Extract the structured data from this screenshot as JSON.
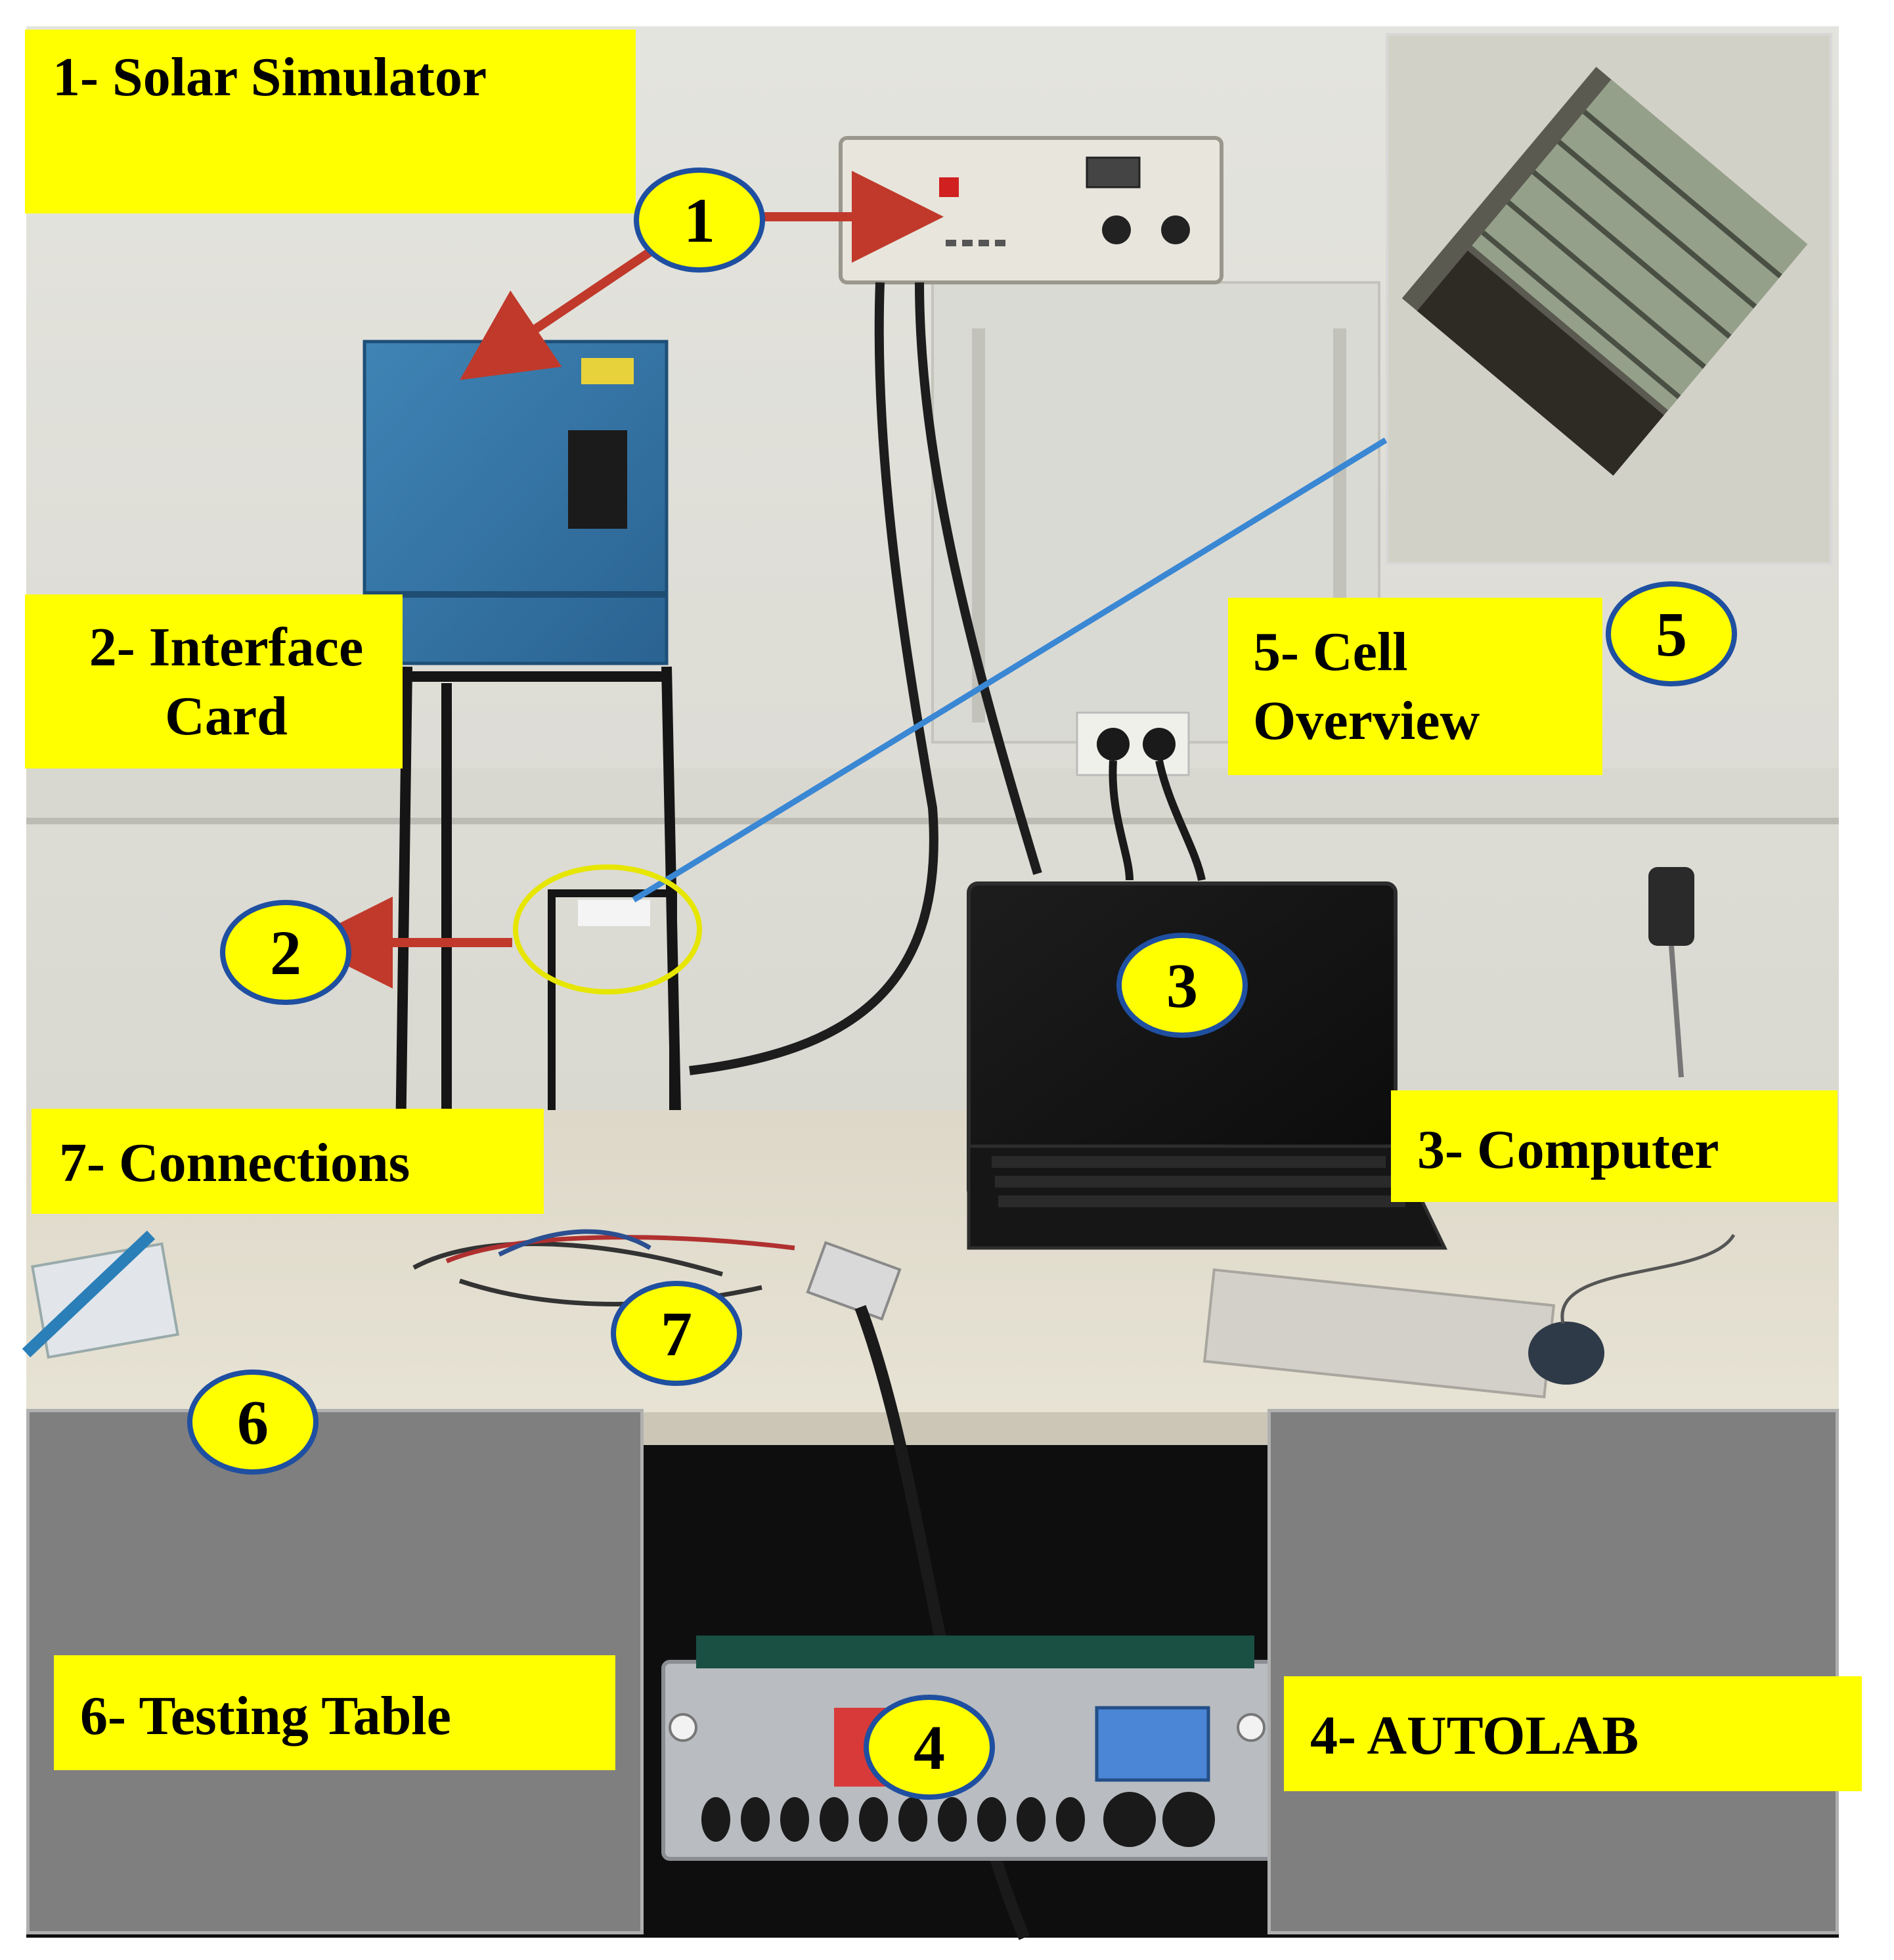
{
  "labels": {
    "solar_simulator": "1- Solar Simulator",
    "interface_card": "2- Interface\nCard",
    "cell_overview": "5- Cell\nOverview",
    "connections": "7- Connections",
    "computer": "3- Computer",
    "testing_table": "6- Testing Table",
    "autolab": "4- AUTOLAB"
  },
  "badges": {
    "b1": "1",
    "b2": "2",
    "b3": "3",
    "b4": "4",
    "b5": "5",
    "b6": "6",
    "b7": "7"
  },
  "colors": {
    "label_fill": "#ffff00",
    "badge_border": "#1f4fa0",
    "arrow_red": "#c0392b",
    "line_blue": "#3a87d4",
    "panel_gray": "#7f7f7f"
  }
}
